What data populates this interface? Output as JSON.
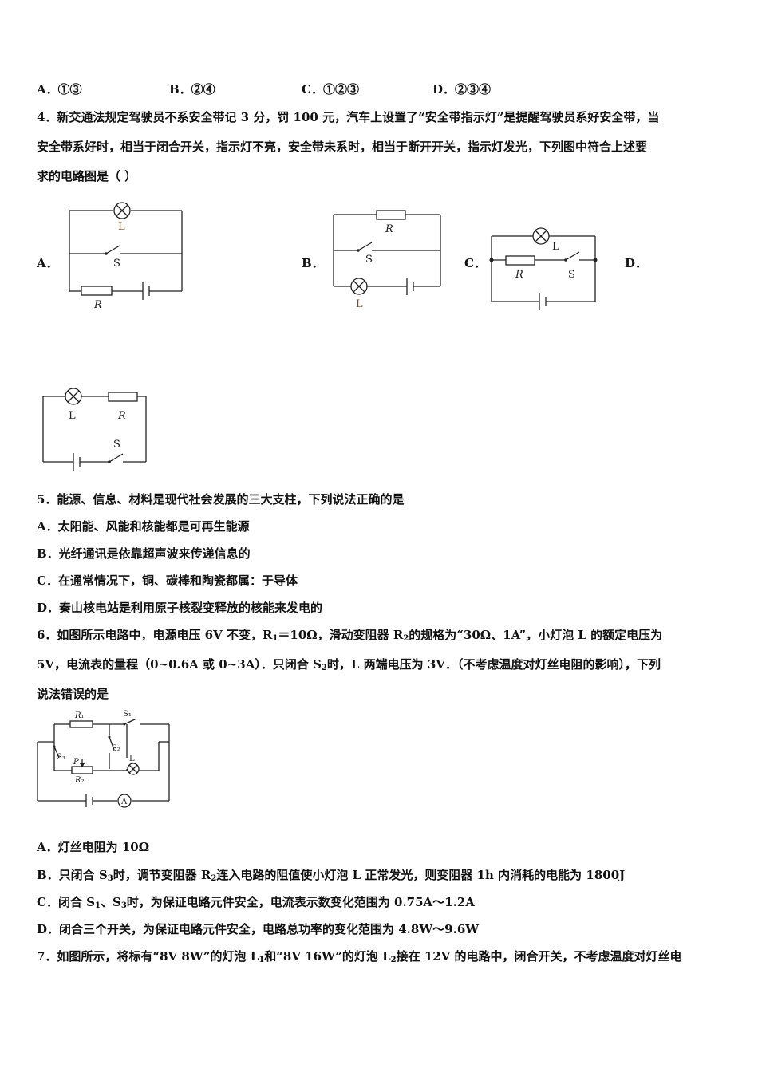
{
  "q3_options": {
    "a": "A．①③",
    "b": "B．②④",
    "c": "C．①②③",
    "d": "D．②③④"
  },
  "q4": {
    "line1": "4．新交通法规定驾驶员不系安全带记 3 分，罚 100 元，汽车上设置了“安全带指示灯”是提醒驾驶员系好安全带，当",
    "line2": "安全带系好时，相当于闭合开关，指示灯不亮，安全带未系时，相当于断开开关，指示灯发光，下列图中符合上述要",
    "line3": "求的电路图是（  ）",
    "label_a": "A．",
    "label_b": "B．",
    "label_c": "C．",
    "label_d": "D．",
    "sym_L": "L",
    "sym_S": "S",
    "sym_R": "R"
  },
  "q5": {
    "stem": "5．能源、信息、材料是现代社会发展的三大支柱，下列说法正确的是",
    "a": "A．太阳能、风能和核能都是可再生能源",
    "b": "B．光纤通讯是依靠超声波来传递信息的",
    "c": "C．在通常情况下，铜、碳棒和陶瓷都属：于导体",
    "d": "D．秦山核电站是利用原子核裂变释放的核能来发电的"
  },
  "q6": {
    "l1_pre": "6．如图所示电路中，电源电压 6V 不变，R",
    "l1_sub1": "1",
    "l1_mid": "＝10Ω，滑动变阻器 R",
    "l1_sub2": "2",
    "l1_post": "的规格为“30Ω、1A”，小灯泡 L 的额定电压为",
    "l2_pre": "5V，电流表的量程（0~0.6A 或 0~3A）．只闭合 S",
    "l2_sub": "2",
    "l2_post": "时，L 两端电压为 3V．（不考虑温度对灯丝电阻的影响），下列",
    "l3": "说法错误的是",
    "fig": {
      "R1": "R₁",
      "S1": "S₁",
      "S2": "S₂",
      "S3": "S₃",
      "P": "P",
      "R2": "R₂",
      "L": "L",
      "A": "A"
    },
    "a": "A．灯丝电阻为 10Ω",
    "b_pre": "B．只闭合 S",
    "b_sub1": "3",
    "b_mid": "时，调节变阻器 R",
    "b_sub2": "2",
    "b_post": "连入电路的阻值使小灯泡 L 正常发光，则变阻器 1h 内消耗的电能为 1800J",
    "c_pre": "C．闭合 S",
    "c_sub1": "1",
    "c_mid": "、S",
    "c_sub2": "3",
    "c_post": "时，为保证电路元件安全，电流表示数变化范围为 0.75A～1.2A",
    "d": "D．闭合三个开关，为保证电路元件安全，电路总功率的变化范围为 4.8W～9.6W"
  },
  "q7": {
    "l_pre": "7．如图所示，将标有“8V 8W”的灯泡 L",
    "l_sub1": "1",
    "l_mid": "和“8V 16W”的灯泡 L",
    "l_sub2": "2",
    "l_post": "接在 12V 的电路中，闭合开关，不考虑温度对灯丝电"
  }
}
